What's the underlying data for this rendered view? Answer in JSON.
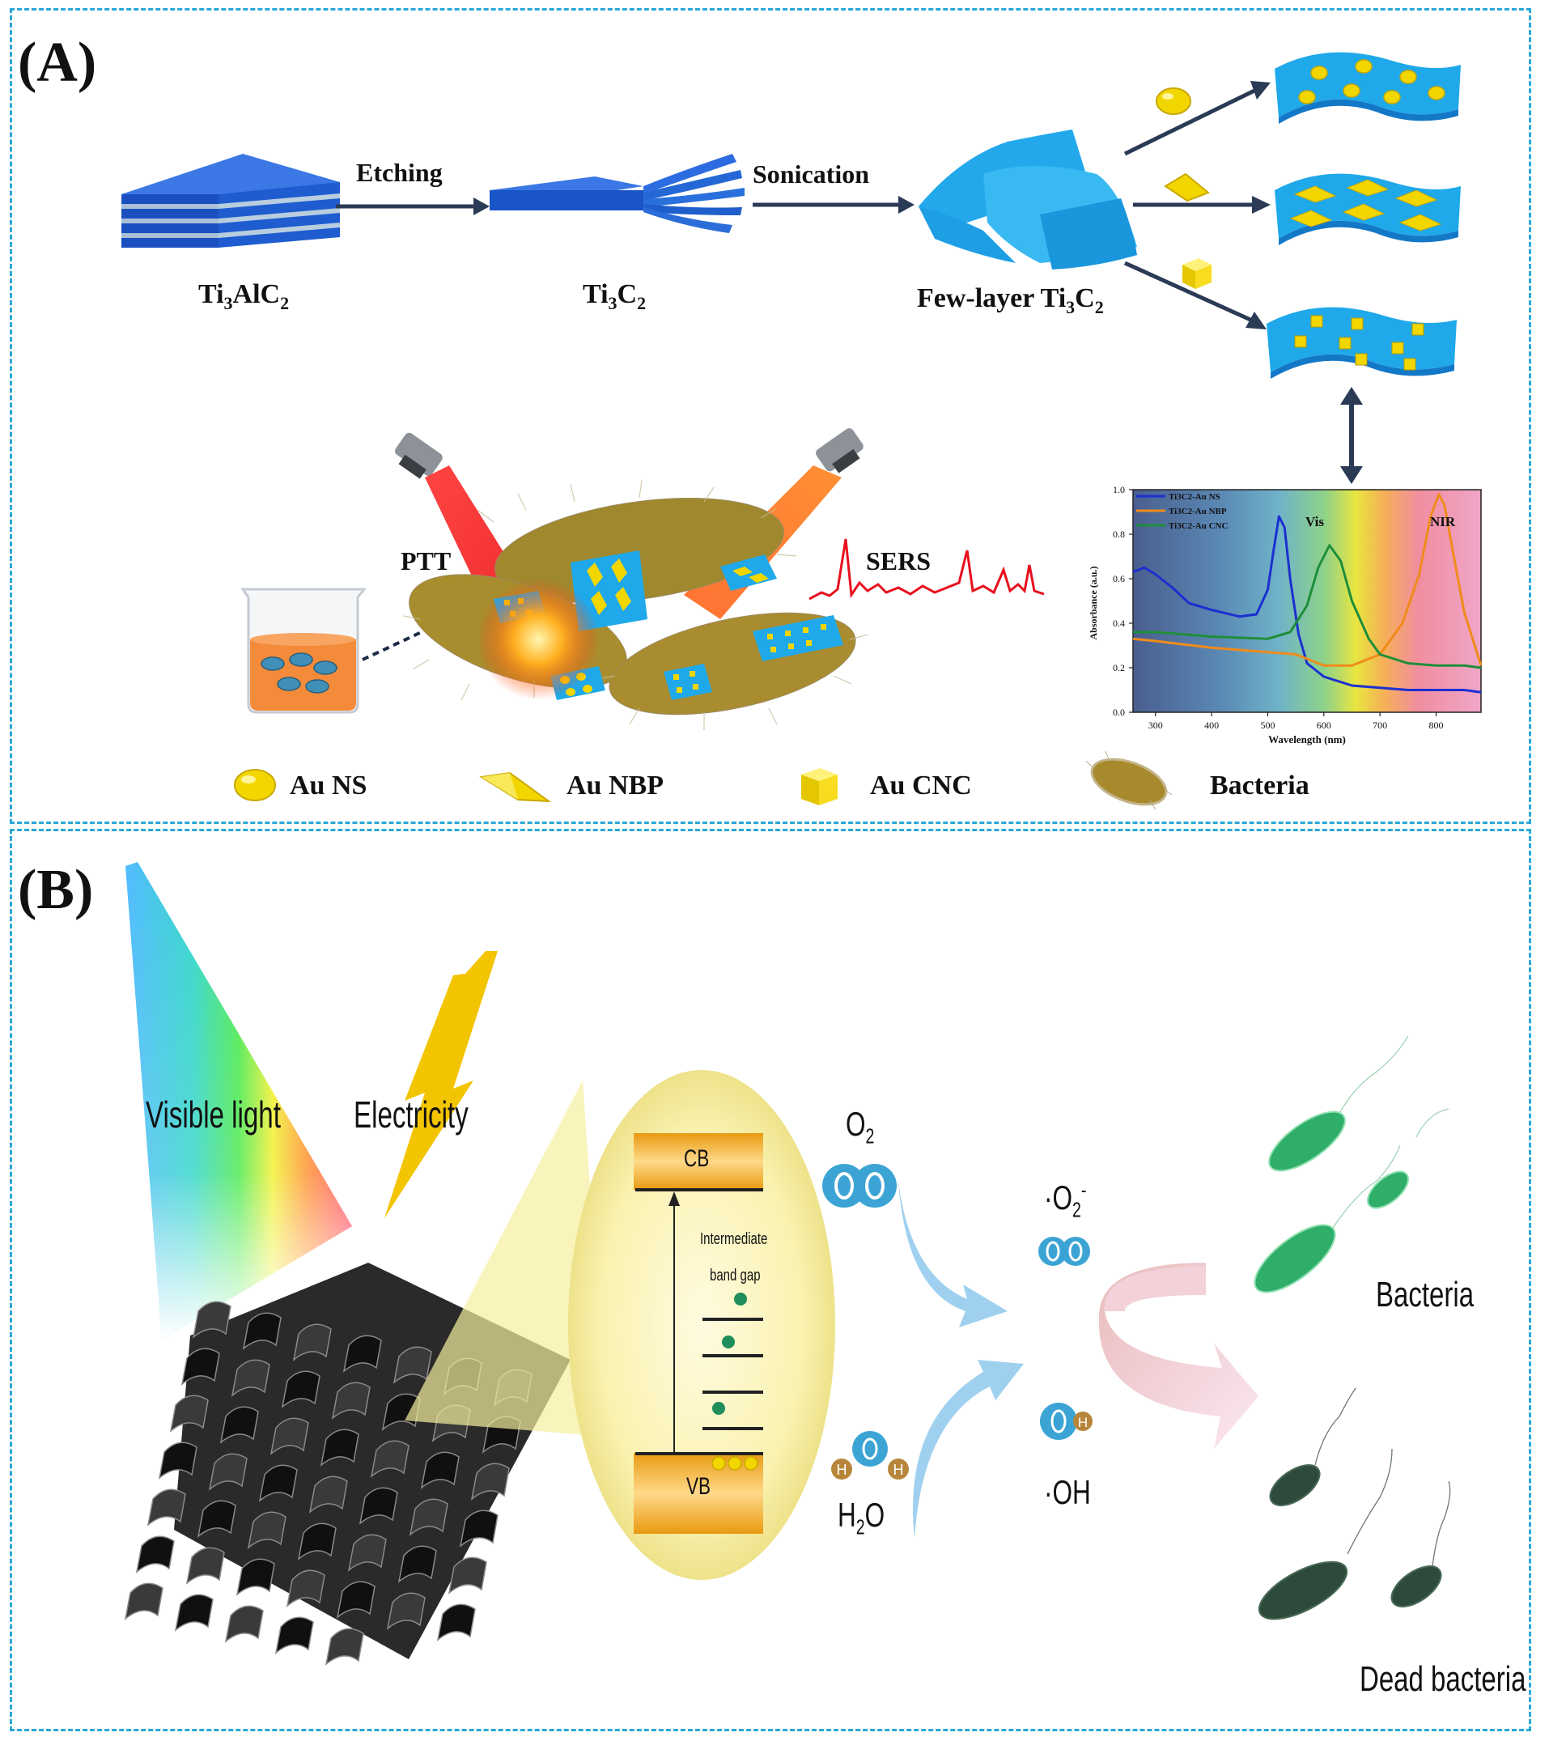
{
  "panel_a": {
    "label": "(A)",
    "ti3alc2": {
      "main": "Ti",
      "sub1": "3",
      "mid": "AlC",
      "sub2": "2"
    },
    "etching": "Etching",
    "ti3c2": {
      "main": "Ti",
      "sub1": "3",
      "mid": "C",
      "sub2": "2"
    },
    "sonication": "Sonication",
    "fewlayer": {
      "main": "Few-layer Ti",
      "sub1": "3",
      "mid": "C",
      "sub2": "2"
    },
    "ptt": "PTT",
    "sers": "SERS",
    "legend": {
      "au_ns": "Au NS",
      "au_nbp": "Au NBP",
      "au_cnc": "Au CNC",
      "bacteria": "Bacteria"
    },
    "colors": {
      "sheet": "#2e8fe0",
      "stack_dark": "#1a4fbf",
      "gold": "#f2d600",
      "beam_red": "#e81010",
      "beam_orange": "#ff6a10",
      "sers_line": "#e8101e"
    }
  },
  "inset_chart": {
    "legend": [
      "Ti3C2-Au NS",
      "Ti3C2-Au NBP",
      "Ti3C2-Au CNC"
    ],
    "region_vis": "Vis",
    "region_nir": "NIR"
  },
  "chart_data": {
    "type": "line",
    "xlabel": "Wavelength (nm)",
    "ylabel": "Absorbance (a.u.)",
    "xlim": [
      260,
      880
    ],
    "ylim": [
      0,
      1.0
    ],
    "x_ticks": [
      300,
      400,
      500,
      600,
      700,
      800
    ],
    "y_ticks": [
      "0.0",
      "0.2",
      "0.4",
      "0.6",
      "0.8",
      "1.0"
    ],
    "legend_placement": "top-left",
    "series": [
      {
        "name": "Ti3C2-Au NS",
        "color": "#1c2fd0",
        "x": [
          260,
          280,
          300,
          330,
          360,
          400,
          450,
          480,
          500,
          510,
          520,
          530,
          540,
          555,
          570,
          600,
          650,
          700,
          750,
          800,
          850,
          880
        ],
        "y": [
          0.63,
          0.65,
          0.62,
          0.56,
          0.49,
          0.46,
          0.43,
          0.44,
          0.55,
          0.72,
          0.88,
          0.83,
          0.6,
          0.35,
          0.22,
          0.16,
          0.12,
          0.11,
          0.1,
          0.1,
          0.1,
          0.09
        ]
      },
      {
        "name": "Ti3C2-Au NBP",
        "color": "#f08b1a",
        "x": [
          260,
          300,
          400,
          500,
          550,
          600,
          650,
          700,
          740,
          770,
          790,
          805,
          815,
          830,
          850,
          880
        ],
        "y": [
          0.33,
          0.32,
          0.29,
          0.27,
          0.26,
          0.21,
          0.21,
          0.26,
          0.4,
          0.62,
          0.88,
          0.98,
          0.93,
          0.72,
          0.45,
          0.21
        ]
      },
      {
        "name": "Ti3C2-Au CNC",
        "color": "#1f8e3a",
        "x": [
          260,
          300,
          400,
          500,
          540,
          570,
          590,
          610,
          630,
          650,
          680,
          700,
          750,
          800,
          850,
          880
        ],
        "y": [
          0.36,
          0.36,
          0.34,
          0.33,
          0.36,
          0.48,
          0.65,
          0.75,
          0.68,
          0.5,
          0.33,
          0.26,
          0.22,
          0.21,
          0.21,
          0.2
        ]
      }
    ]
  },
  "panel_b": {
    "label": "(B)",
    "visible_light": "Visible light",
    "electricity": "Electricity",
    "cb": "CB",
    "vb": "VB",
    "intermediate_line1": "Intermediate",
    "intermediate_line2": "band gap",
    "o2": {
      "main": "O",
      "sub": "2"
    },
    "superoxide": {
      "dot": "·",
      "main": "O",
      "sub": "2",
      "sup": "-"
    },
    "water": {
      "main": "H",
      "sub": "2",
      "tail": "O"
    },
    "hydroxyl": "·OH",
    "bacteria": "Bacteria",
    "dead_bacteria": "Dead bacteria",
    "atom_o": "O",
    "atom_h": "H",
    "colors": {
      "band": "#f0a918",
      "atom": "#3ba4d4",
      "bolt": "#f3c400",
      "bacteria_live": "#2fae6a",
      "bacteria_dead": "#2d4a3a"
    }
  }
}
